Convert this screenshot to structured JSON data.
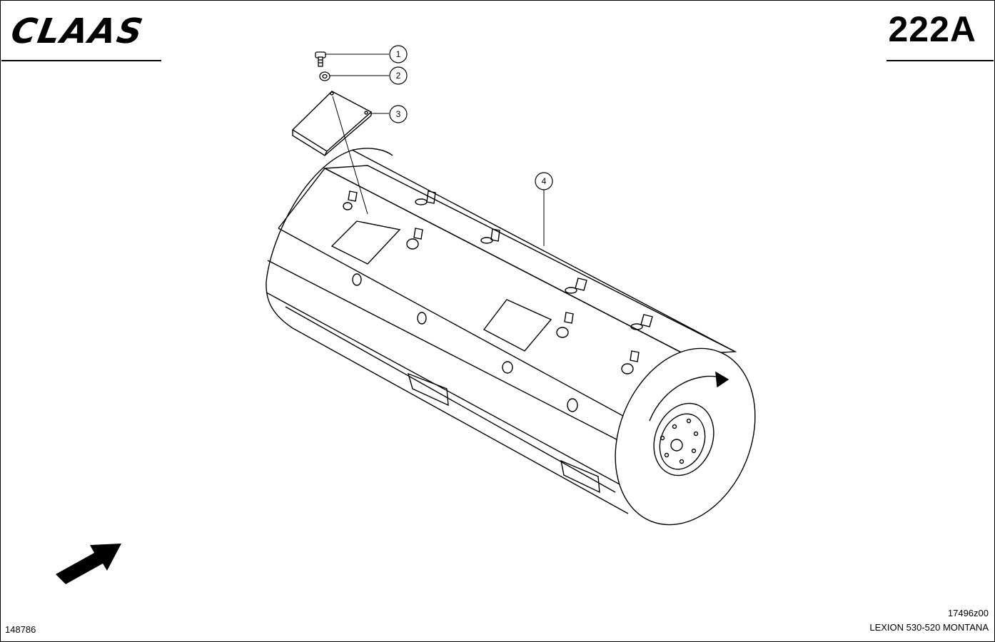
{
  "header": {
    "brand": "CLAAS",
    "page_code": "222A"
  },
  "callouts": [
    {
      "number": "1",
      "part": "bolt"
    },
    {
      "number": "2",
      "part": "washer"
    },
    {
      "number": "3",
      "part": "cover plate"
    },
    {
      "number": "4",
      "part": "drum"
    }
  ],
  "footer": {
    "illustration_no": "148786",
    "drawing_ref": "17496z00",
    "model": "LEXION 530-520 MONTANA"
  },
  "icons": [
    "direction-arrow-icon",
    "rotation-arrow-icon"
  ]
}
